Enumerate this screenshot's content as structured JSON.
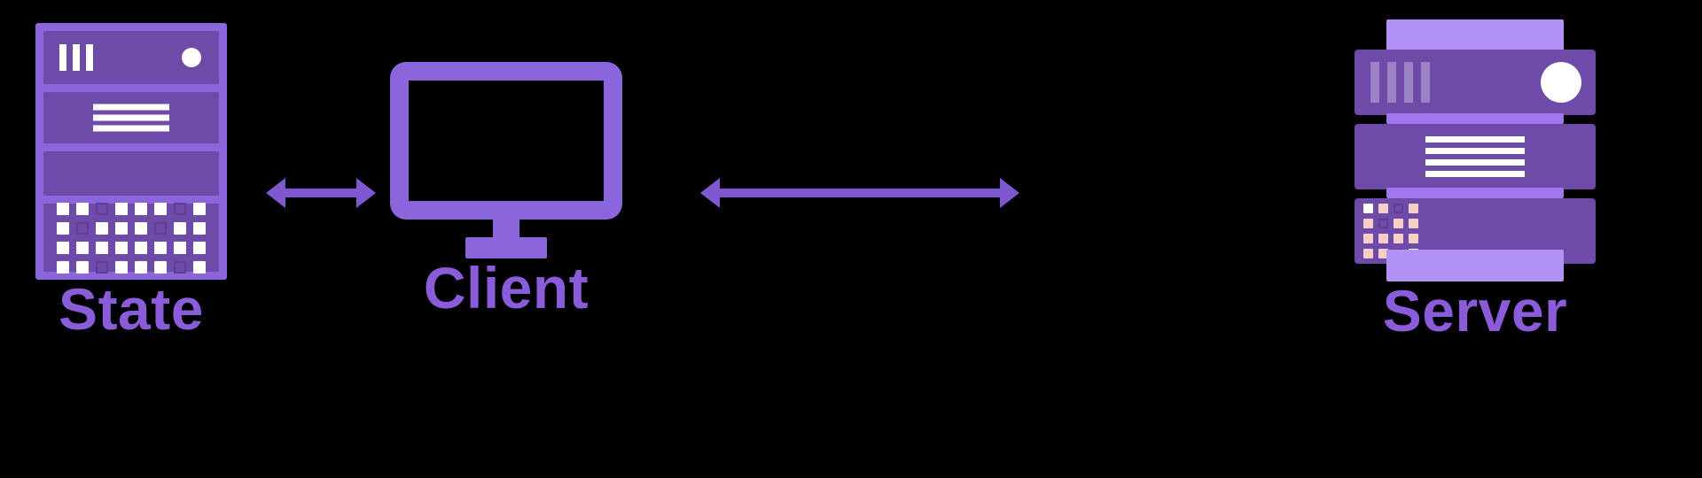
{
  "diagram": {
    "title": "Client State Server architecture diagram",
    "background_color": "#000000",
    "accent_color": "#8A65DC",
    "accent_light": "#B292F5",
    "accent_dark": "#6E4BA8",
    "arrow_color": "#7E57D1",
    "label_color": "#8A5CD9"
  },
  "nodes": [
    {
      "id": "state",
      "label": "State",
      "icon": "database-rack-icon",
      "rows": [
        {
          "name": "status-bar-row",
          "content": "vertical-bars-and-led"
        },
        {
          "name": "lines-row",
          "content": "three-horizontal-lines"
        },
        {
          "name": "empty-row",
          "content": "blank"
        },
        {
          "name": "grid-row",
          "content": "cell-grid"
        }
      ]
    },
    {
      "id": "client",
      "label": "Client",
      "icon": "desktop-monitor-icon"
    },
    {
      "id": "server",
      "label": "Server",
      "icon": "server-stack-icon",
      "bays": [
        {
          "name": "bars-bay",
          "content": "vertical-bars-and-led"
        },
        {
          "name": "lines-bay",
          "content": "four-horizontal-lines"
        },
        {
          "name": "grid-bay",
          "content": "cell-grid"
        }
      ]
    }
  ],
  "connections": [
    {
      "id": "state-client",
      "from": "state",
      "to": "client",
      "direction": "bidirectional",
      "style": "double-headed-arrow"
    },
    {
      "id": "client-server",
      "from": "client",
      "to": "server",
      "direction": "bidirectional",
      "style": "double-headed-arrow"
    }
  ],
  "state_grid": {
    "columns": 8,
    "rows": 4,
    "cells": [
      1,
      1,
      0,
      1,
      1,
      1,
      0,
      1,
      1,
      0,
      1,
      1,
      1,
      0,
      1,
      1,
      1,
      1,
      1,
      1,
      1,
      1,
      1,
      1,
      1,
      1,
      0,
      1,
      1,
      1,
      0,
      1
    ]
  },
  "server_grid": {
    "columns": 4,
    "rows": 4,
    "cells": [
      2,
      1,
      0,
      1,
      1,
      0,
      1,
      1,
      1,
      1,
      1,
      1,
      1,
      1,
      0,
      2
    ]
  }
}
